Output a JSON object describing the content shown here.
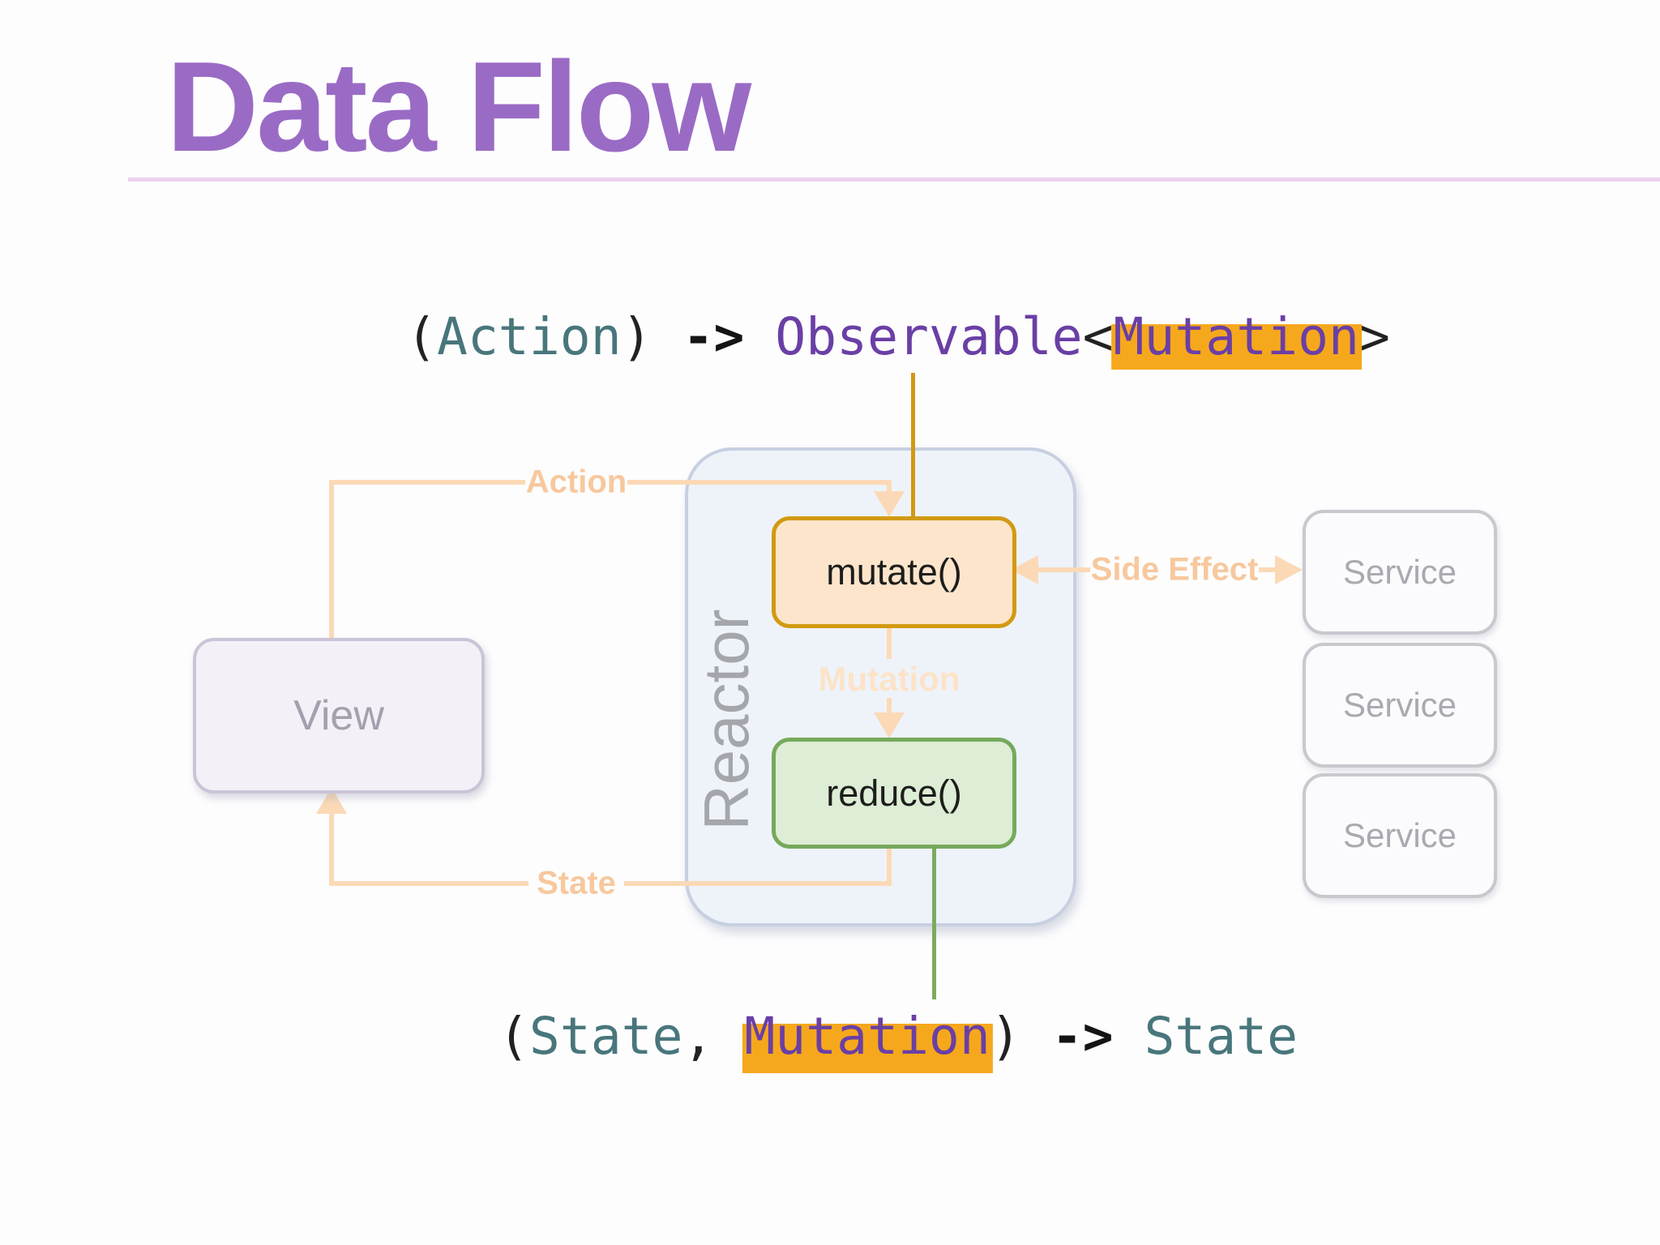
{
  "slide": {
    "title": "Data Flow"
  },
  "signature_top": {
    "paren_open": "(",
    "param": "Action",
    "paren_close": ")",
    "arrow": " -> ",
    "return_outer": "Observable",
    "angle_open": "<",
    "generic": "Mutation",
    "angle_close": ">"
  },
  "signature_bottom": {
    "paren_open": "(",
    "param1": "State",
    "comma": ", ",
    "param2": "Mutation",
    "paren_close": ")",
    "arrow": " -> ",
    "return_type": "State"
  },
  "diagram": {
    "view": {
      "label": "View"
    },
    "reactor": {
      "label": "Reactor"
    },
    "mutate": {
      "label": "mutate()"
    },
    "reduce": {
      "label": "reduce()"
    },
    "services": [
      {
        "label": "Service"
      },
      {
        "label": "Service"
      },
      {
        "label": "Service"
      }
    ],
    "edges": {
      "action": "Action",
      "state": "State",
      "mutation": "Mutation",
      "side_effect": "Side Effect"
    }
  },
  "colors": {
    "title_purple": "#9a6bc5",
    "underline_pink": "#eed2ef",
    "code_teal": "#48767b",
    "code_purple": "#6a3fa5",
    "code_black": "#232221",
    "highlight_orange": "#f6a81c",
    "strong_orange_line": "#d29a12",
    "green_line": "#7cab5e",
    "mutate_border": "#d29a12",
    "mutate_fill": "#fce5cb",
    "reduce_border": "#76a95c",
    "reduce_fill": "#deedd5",
    "reactor_fill": "#eef3fa",
    "reactor_border": "#c7cfe0",
    "faded_edge": "#fbd9b6",
    "faded_label": "#f7c89d",
    "view_fill": "#f4f0f7",
    "view_border": "#cbc4d6",
    "service_fill": "#fbfbfd",
    "service_border": "#c8c8ce",
    "gray_text": "#a5a0ad"
  }
}
